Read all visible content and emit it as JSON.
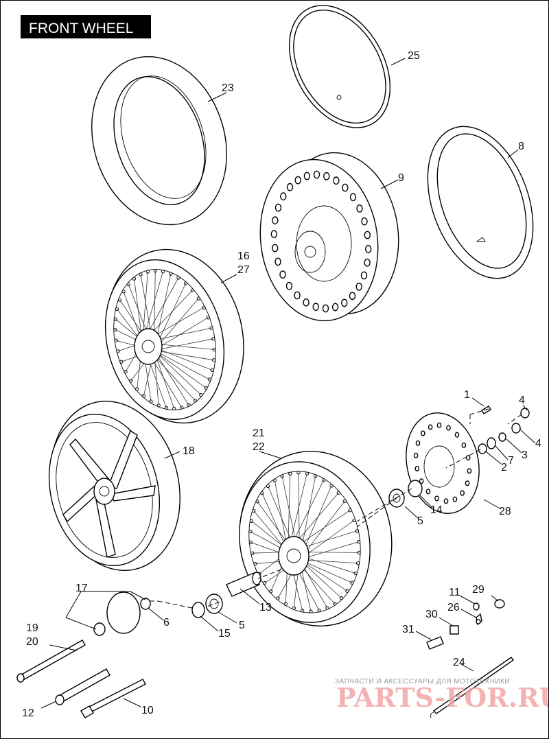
{
  "title": "FRONT WHEEL",
  "callouts": {
    "c1": "1",
    "c2": "2",
    "c3": "3",
    "c4a": "4",
    "c4b": "4",
    "c5a": "5",
    "c5b": "5",
    "c6": "6",
    "c7": "7",
    "c8": "8",
    "c9": "9",
    "c10": "10",
    "c11": "11",
    "c12": "12",
    "c13": "13",
    "c14": "14",
    "c15": "15",
    "c16": "16",
    "c17": "17",
    "c18": "18",
    "c19": "19",
    "c20": "20",
    "c21": "21",
    "c22": "22",
    "c23": "23",
    "c24": "24",
    "c25": "25",
    "c26": "26",
    "c27": "27",
    "c28": "28",
    "c29": "29",
    "c30": "30",
    "c31": "31"
  },
  "watermark": {
    "tagline": "ЗАПЧАСТИ И АКСЕССУАРЫ ДЛЯ МОТОТЕХНИКИ",
    "site": "PARTS-FOR.RU"
  },
  "colors": {
    "line": "#000000",
    "title_bg": "#000000",
    "title_fg": "#ffffff",
    "watermark": "#f2a6a6"
  }
}
